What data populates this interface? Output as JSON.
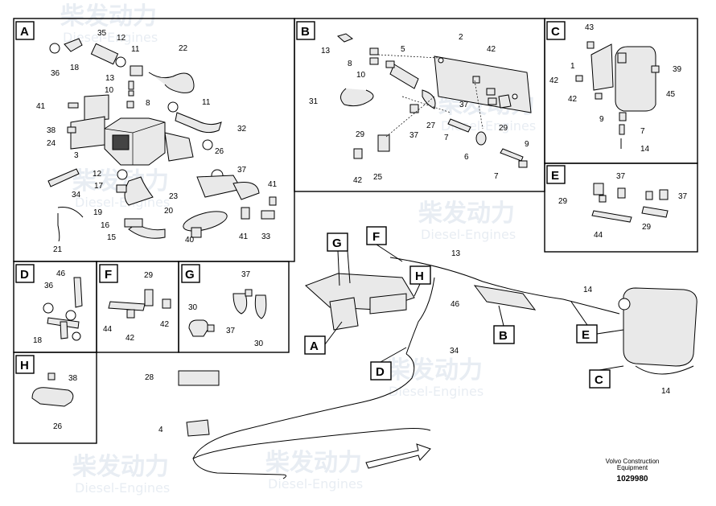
{
  "watermark": {
    "brand_cn": "柴发动力",
    "brand_en": "Diesel-Engines"
  },
  "panels": {
    "A": {
      "letter": "A",
      "labels": [
        "35",
        "12",
        "11",
        "22",
        "36",
        "18",
        "13",
        "10",
        "8",
        "41",
        "11",
        "38",
        "24",
        "32",
        "3",
        "26",
        "37",
        "12",
        "17",
        "34",
        "41",
        "23",
        "21",
        "19",
        "20",
        "16",
        "15",
        "40",
        "41",
        "33"
      ]
    },
    "B": {
      "letter": "B",
      "labels": [
        "2",
        "13",
        "8",
        "10",
        "5",
        "42",
        "31",
        "37",
        "27",
        "29",
        "29",
        "37",
        "7",
        "6",
        "9",
        "7",
        "42",
        "25"
      ]
    },
    "C": {
      "letter": "C",
      "labels": [
        "43",
        "1",
        "39",
        "42",
        "42",
        "45",
        "9",
        "7",
        "14"
      ]
    },
    "D": {
      "letter": "D",
      "labels": [
        "46",
        "36",
        "18"
      ]
    },
    "E": {
      "letter": "E",
      "labels": [
        "37",
        "29",
        "37",
        "44",
        "29"
      ]
    },
    "F": {
      "letter": "F",
      "labels": [
        "29",
        "44",
        "42",
        "42"
      ]
    },
    "G": {
      "letter": "G",
      "labels": [
        "37",
        "30",
        "37",
        "30"
      ]
    },
    "H": {
      "letter": "H",
      "labels": [
        "38",
        "26"
      ]
    }
  },
  "overview": {
    "callouts": [
      "G",
      "F",
      "H",
      "A",
      "B",
      "D",
      "E",
      "C"
    ],
    "labels": [
      "13",
      "46",
      "34",
      "14",
      "14",
      "28",
      "4"
    ]
  },
  "footer": {
    "brand_line1": "Volvo Construction",
    "brand_line2": "Equipment",
    "drawing_number": "1029980"
  }
}
